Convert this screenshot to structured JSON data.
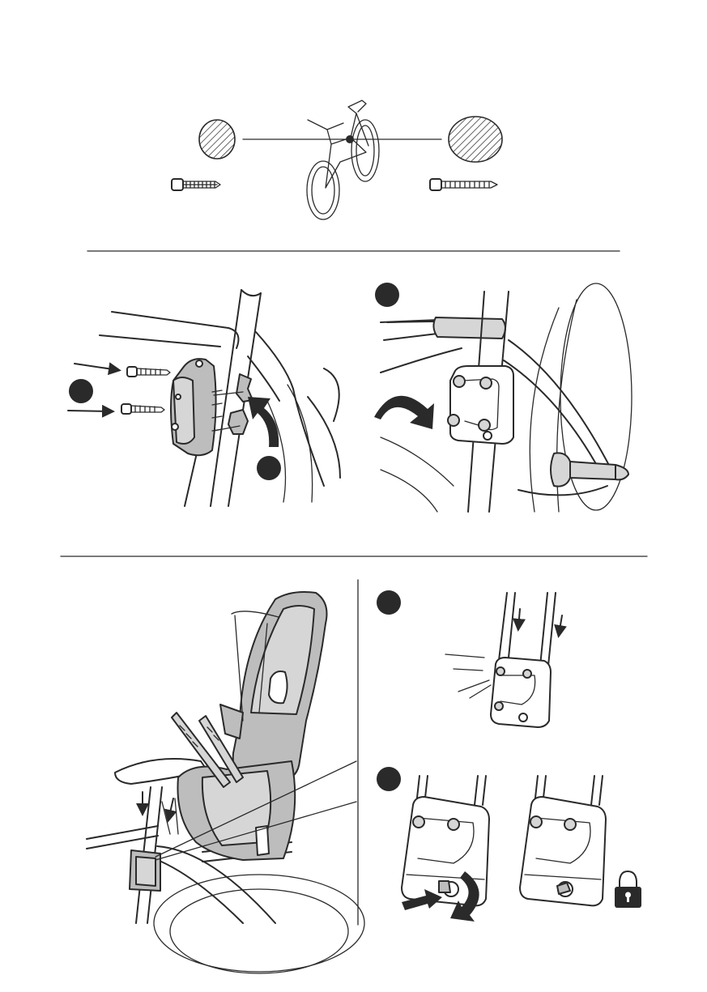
{
  "figure": {
    "colors": {
      "ink": "#2a2a2a",
      "part_fill": "#bdbdbd",
      "light_fill": "#d6d6d6",
      "background": "#ffffff"
    },
    "icons": [
      "bicycle-icon",
      "hatched-tube-section-icon",
      "screw-icon",
      "arrow-icon",
      "rotate-arrow-icon",
      "bracket-icon",
      "child-seat-icon",
      "padlock-icon"
    ],
    "step_markers": [
      "step-1-badge",
      "step-2-badge",
      "step-3-badge",
      "step-4-badge",
      "step-5-badge"
    ]
  }
}
